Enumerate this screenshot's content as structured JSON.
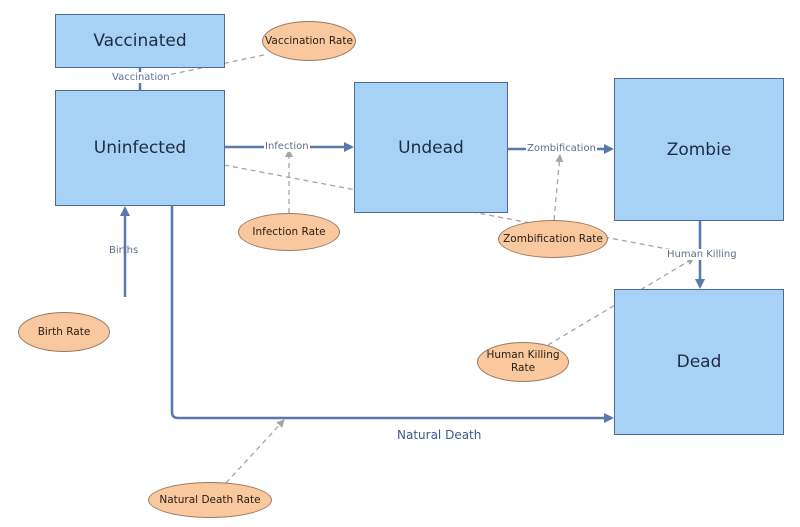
{
  "stocks": {
    "vaccinated": "Vaccinated",
    "uninfected": "Uninfected",
    "undead": "Undead",
    "zombie": "Zombie",
    "dead": "Dead"
  },
  "flows": {
    "vaccination": "Vaccination",
    "infection": "Infection",
    "zombification": "Zombification",
    "human_killing": "Human Killing",
    "births": "Births",
    "natural_death": "Natural Death"
  },
  "variables": {
    "vaccination_rate": "Vaccination Rate",
    "infection_rate": "Infection Rate",
    "zombification_rate": "Zombification Rate",
    "human_killing_rate_line1": "Human Killing",
    "human_killing_rate_line2": "Rate",
    "birth_rate": "Birth Rate",
    "natural_death_rate": "Natural Death Rate"
  },
  "colors": {
    "stock_fill": "#a7d2f5",
    "stock_border": "#4d6c9a",
    "flow_line": "#5b78ad",
    "variable_fill": "#f9c89e",
    "link_line": "#a5a5a5"
  }
}
